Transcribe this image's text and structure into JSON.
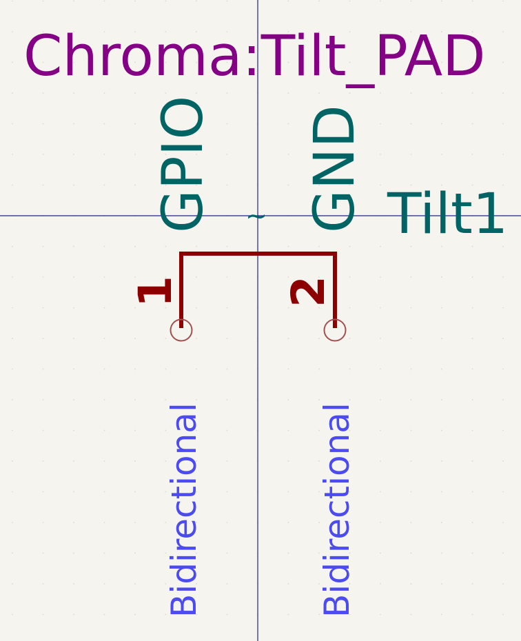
{
  "symbol": {
    "lib_id": "Chroma:Tilt_PAD",
    "reference": "Tilt1",
    "value_mark": "~"
  },
  "pins": [
    {
      "number": "1",
      "name": "GPIO",
      "type": "Bidirectional"
    },
    {
      "number": "2",
      "name": "GND",
      "type": "Bidirectional"
    }
  ],
  "colors": {
    "background": "#f5f4ef",
    "lib_id_text": "#840084",
    "reference_text": "#006464",
    "pin_name_text": "#006464",
    "pin_number_text": "#8c0000",
    "body_line": "#8c0000",
    "pin_end_circle": "#a05050",
    "electrical_type_text": "#4b4bf0",
    "crosshair": "#20208c",
    "grid_dot": "#d8d8d0"
  }
}
